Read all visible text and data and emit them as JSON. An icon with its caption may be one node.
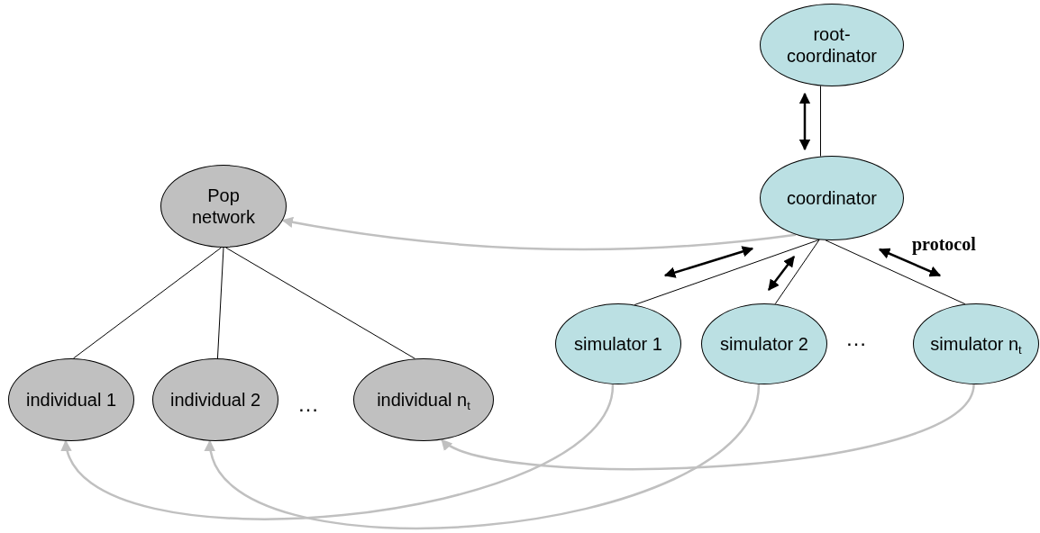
{
  "diagram": {
    "nodes": [
      {
        "text": [
          "root- coordinator"
        ]
      },
      {
        "text": [
          "coordinator"
        ]
      },
      {
        "text": [
          "Pop network"
        ]
      },
      {
        "text": [
          "simulator 1"
        ]
      },
      {
        "text": [
          "simulator 2"
        ]
      },
      {
        "text": [
          "simulator n$_{t}$"
        ]
      },
      {
        "text": [
          "individual 1"
        ]
      },
      {
        "text": [
          "individual 2"
        ]
      },
      {
        "text": [
          "individual n$_{t}$"
        ]
      }
    ],
    "edges": [
      {
        "from": 0,
        "to": 1,
        "arrow": "none"
      },
      {
        "from": 1,
        "to": 3,
        "arrow": "none"
      },
      {
        "from": 1,
        "to": 4,
        "arrow": "none"
      },
      {
        "from": 1,
        "to": 5,
        "arrow": "none"
      },
      {
        "from": 2,
        "to": 6,
        "arrow": "none"
      },
      {
        "from": 2,
        "to": 7,
        "arrow": "none"
      },
      {
        "from": 2,
        "to": 8,
        "arrow": "none"
      },
      {
        "from": 1,
        "to": 2,
        "arrow": "to",
        "color": "#c0c0c0"
      },
      {
        "from": 3,
        "to": 6,
        "arrow": "to",
        "color": "#c0c0c0"
      },
      {
        "from": 4,
        "to": 7,
        "arrow": "to",
        "color": "#c0c0c0"
      },
      {
        "from": 5,
        "to": 8,
        "arrow": "to",
        "color": "#c0c0c0"
      },
      {
        "from": 0,
        "to": 1,
        "arrow": "both"
      },
      {
        "from": 1,
        "to": 3,
        "arrow": "both"
      },
      {
        "from": 1,
        "to": 4,
        "arrow": "both"
      },
      {
        "from": 1,
        "to": 5,
        "arrow": "both"
      }
    ],
    "labels": [
      "protocol",
      "…",
      "…"
    ]
  }
}
